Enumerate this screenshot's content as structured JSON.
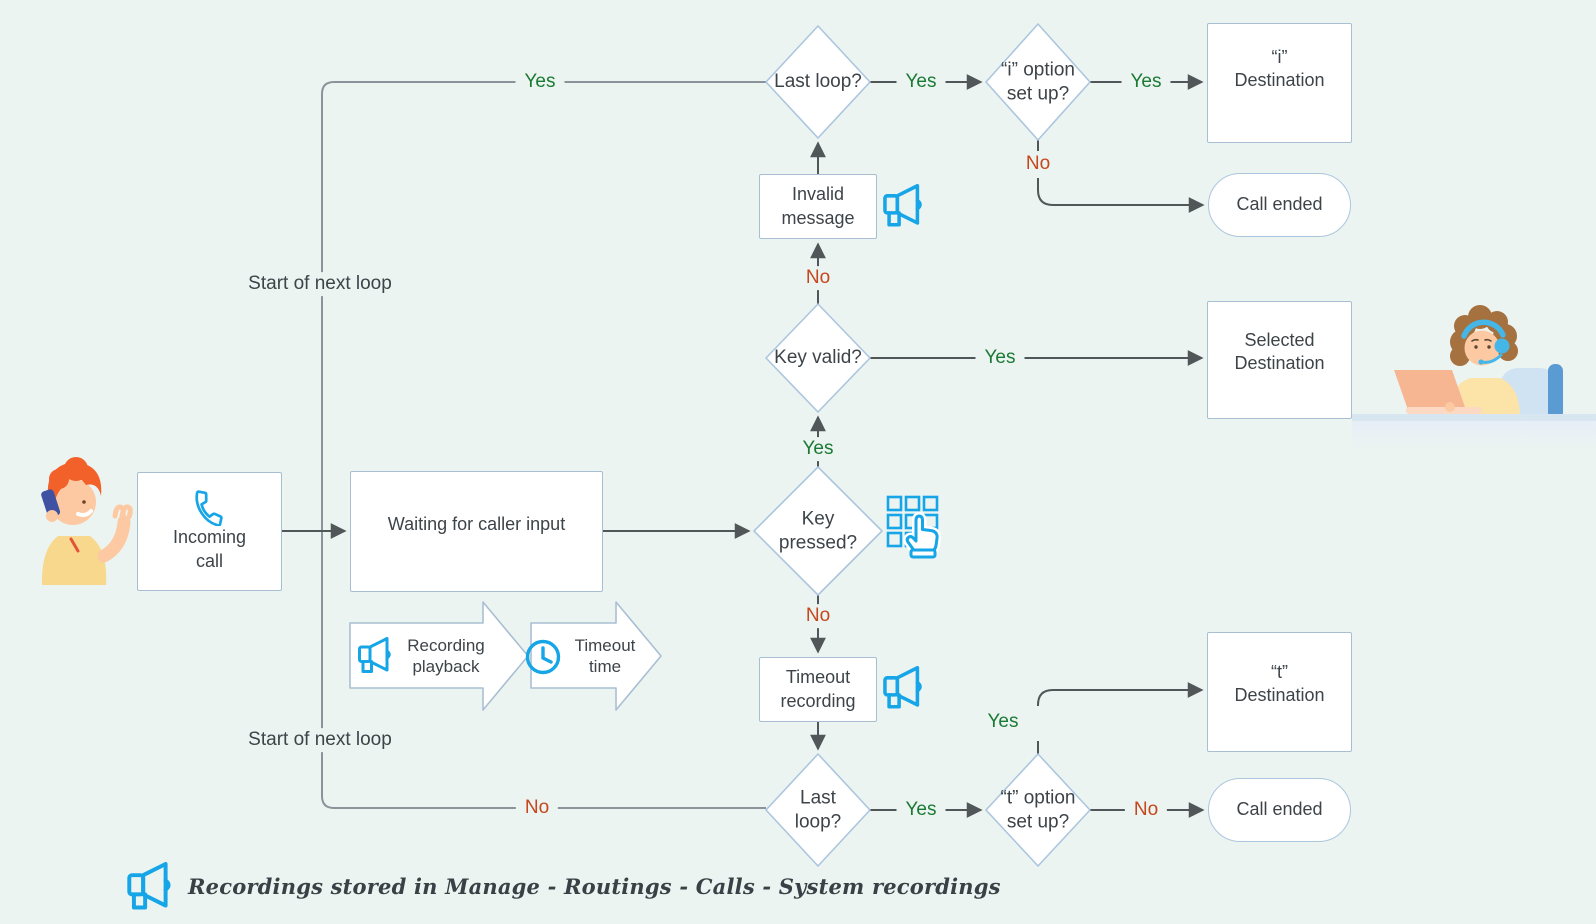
{
  "colors": {
    "background": "#ecf4f1",
    "yes_green": "#1a7a33",
    "no_red": "#c5471d",
    "icon_blue": "#16a5e6",
    "node_border": "#a8bfd3",
    "line_gray": "#8a9399",
    "arrow_dark": "#515659"
  },
  "nodes": {
    "incoming_call": "Incoming\ncall",
    "waiting": "Waiting for caller input",
    "key_pressed": "Key\npressed?",
    "key_valid": "Key valid?",
    "invalid_message": "Invalid\nmessage",
    "last_loop_top": "Last loop?",
    "i_option": "“i” option\nset up?",
    "i_destination": "“i”\nDestination",
    "call_ended_top": "Call ended",
    "selected_destination": "Selected\nDestination",
    "timeout_recording": "Timeout\nrecording",
    "last_loop_bottom": "Last\nloop?",
    "t_option": "“t” option\nset up?",
    "t_destination": "“t”\nDestination",
    "call_ended_bottom": "Call ended",
    "recording_playback": "Recording\nplayback",
    "timeout_time": "Timeout\ntime"
  },
  "edge_labels": {
    "yes_loop_top": "Yes",
    "yes_last_to_i": "Yes",
    "yes_i_to_dest": "Yes",
    "no_i_option": "No",
    "no_key_valid": "No",
    "yes_key_valid": "Yes",
    "yes_key_pressed": "Yes",
    "no_key_pressed": "No",
    "yes_t_option": "Yes",
    "yes_loop_bottom": "Yes",
    "no_t_option": "No",
    "no_loop_bottom": "No",
    "start_of_next_loop_top": "Start of next loop",
    "start_of_next_loop_bottom": "Start of next loop"
  },
  "note": {
    "text": "Recordings stored in Manage - Routings - Calls - System recordings"
  }
}
